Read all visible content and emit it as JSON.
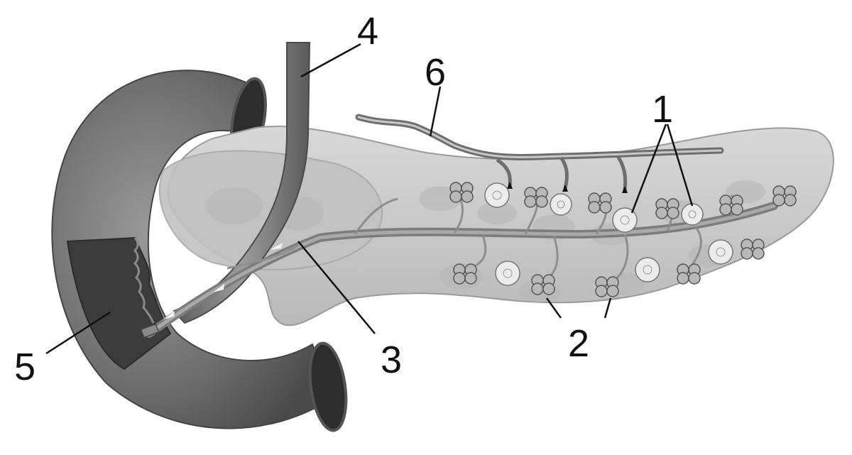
{
  "diagram": {
    "labels": [
      {
        "id": "label-1",
        "text": "1"
      },
      {
        "id": "label-2",
        "text": "2"
      },
      {
        "id": "label-3",
        "text": "3"
      },
      {
        "id": "label-4",
        "text": "4"
      },
      {
        "id": "label-5",
        "text": "5"
      },
      {
        "id": "label-6",
        "text": "6"
      }
    ]
  },
  "colors": {
    "background": "#ffffff",
    "duodenum": "#6f6f6f",
    "duodenum_dark": "#3a3a3a",
    "pancreas": "#c9c9c9",
    "pancreas_lobule": "#b4b4b4",
    "duct": "#8a8a8a",
    "vessel": "#7a7a7a",
    "islet": "#e6e6e6",
    "acinus": "#a9a9a9",
    "leader_line": "#111111"
  }
}
